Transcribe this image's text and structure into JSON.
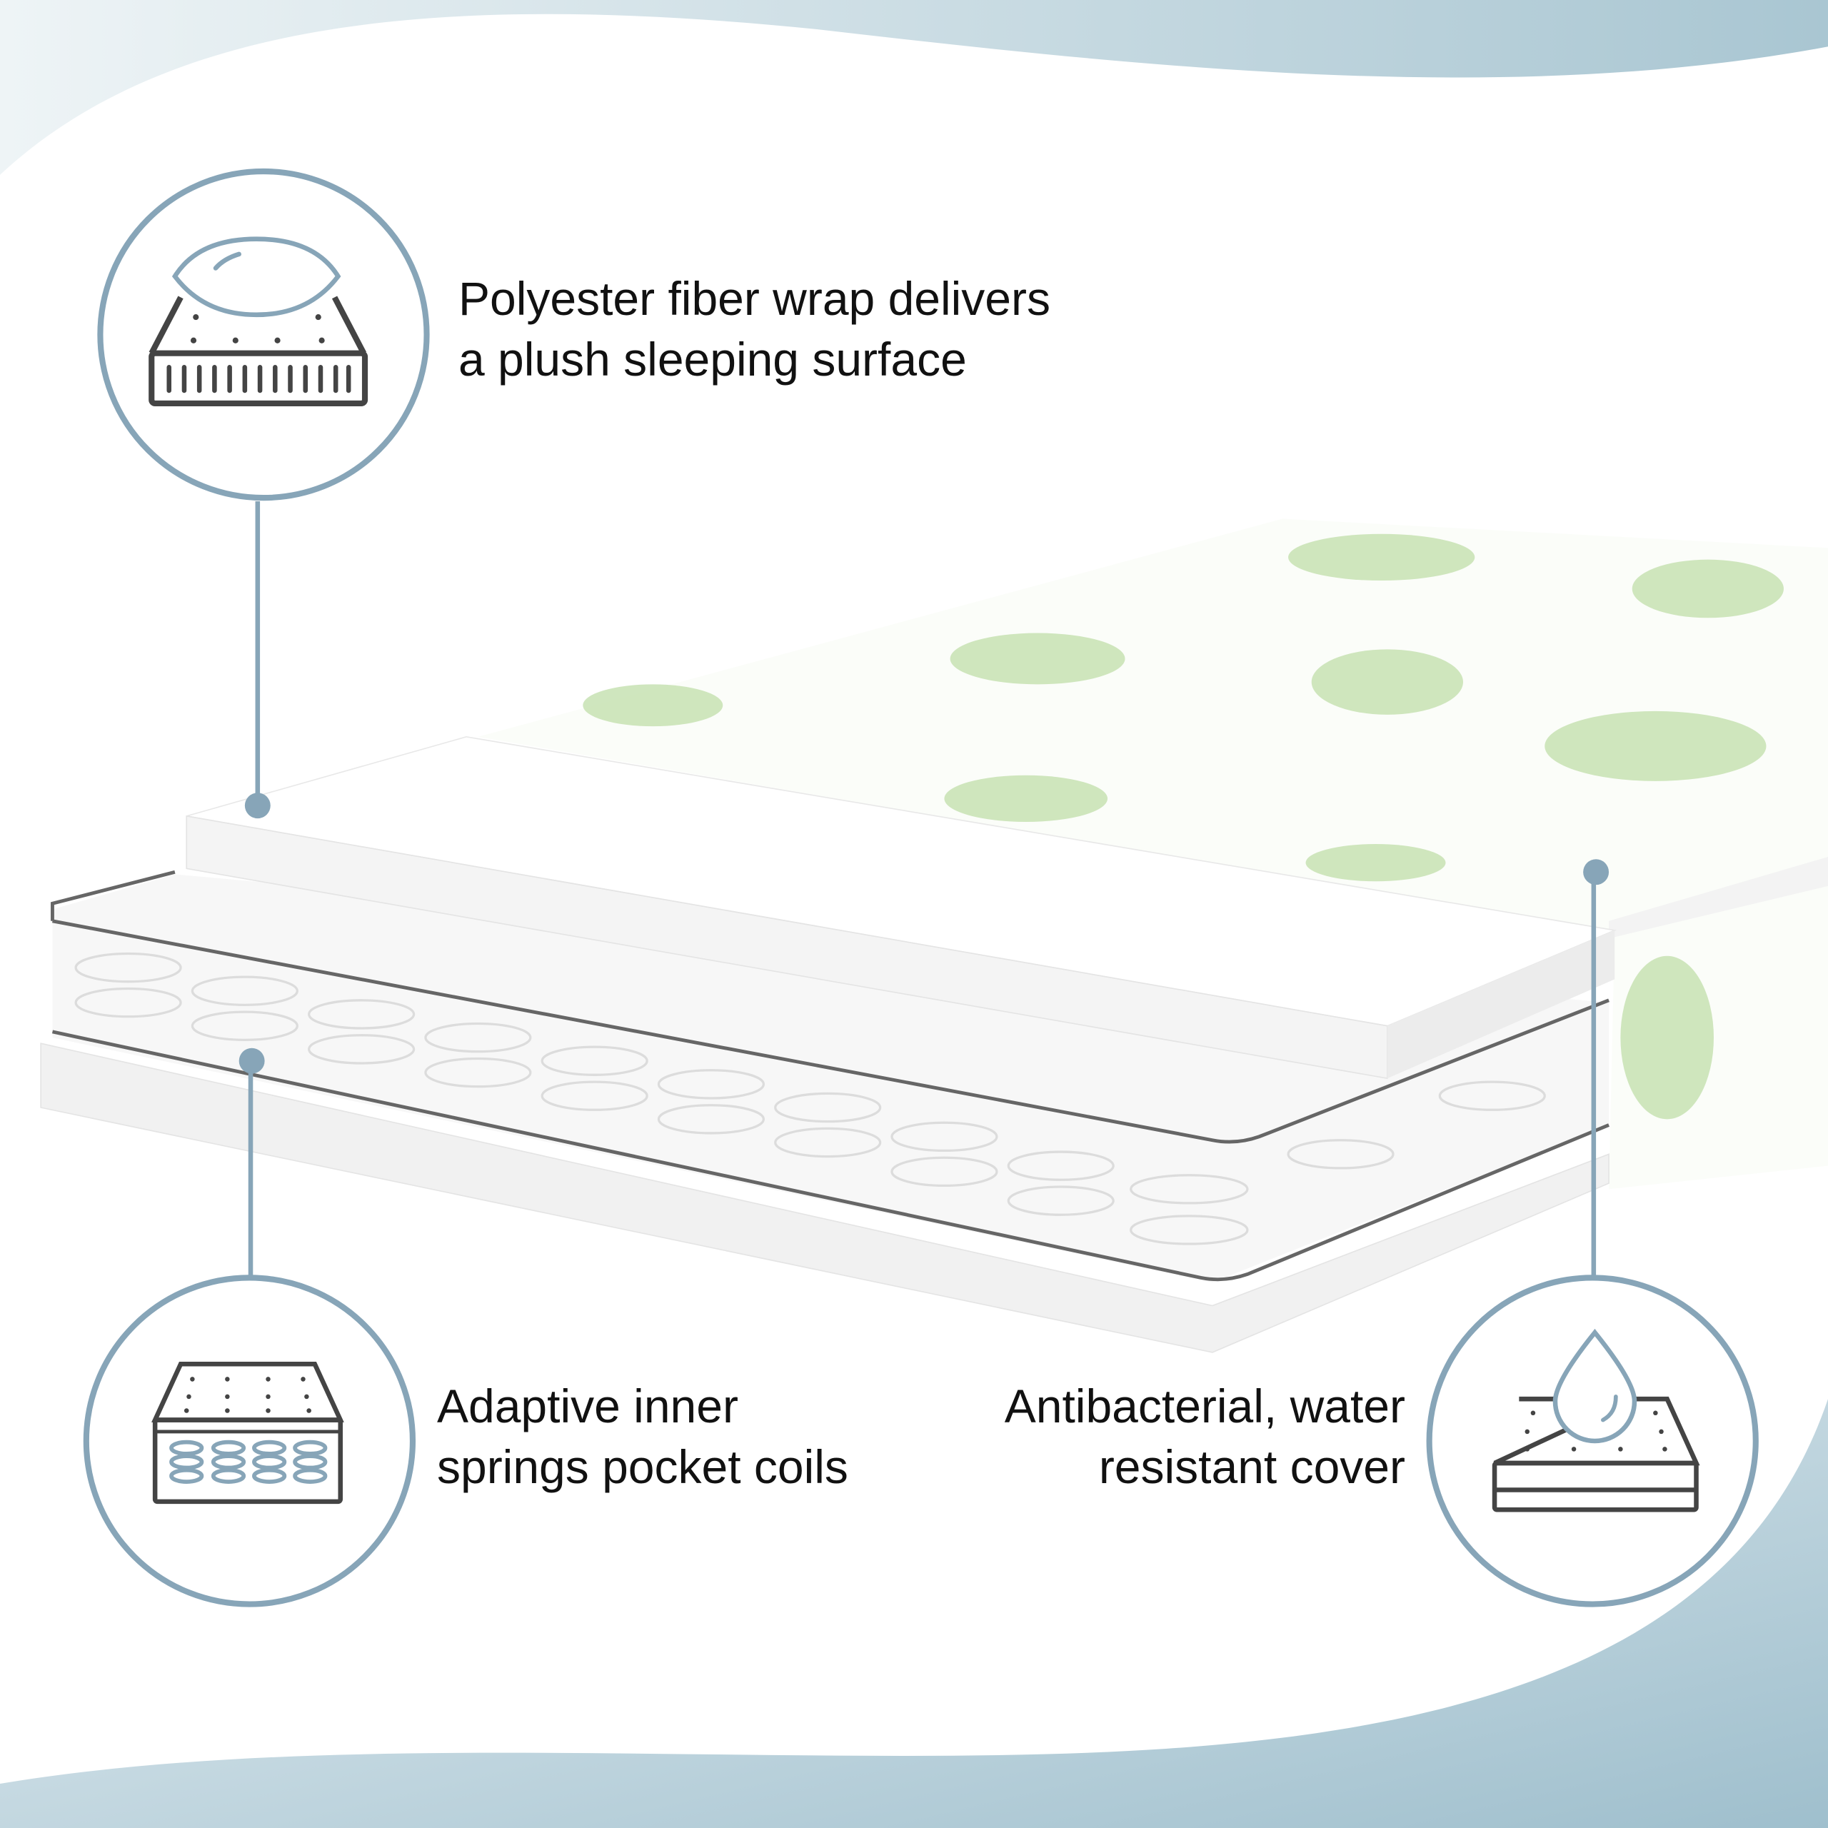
{
  "colors": {
    "accent": "#87a5b8",
    "icon_dark": "#444444",
    "wave": "#b7d0da",
    "pattern_green": "#b9d9a4"
  },
  "features": [
    {
      "icon": "pillow-top-mattress-icon",
      "lines": [
        "Polyester fiber wrap delivers",
        "a plush sleeping surface"
      ]
    },
    {
      "icon": "pocket-coil-mattress-icon",
      "lines": [
        "Adaptive inner",
        "springs pocket coils"
      ]
    },
    {
      "icon": "water-drop-mattress-icon",
      "lines": [
        "Antibacterial, water",
        "resistant cover"
      ]
    }
  ]
}
